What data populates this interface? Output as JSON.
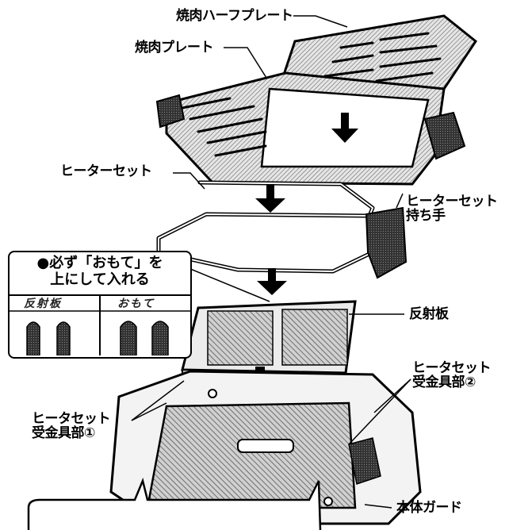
{
  "labels": {
    "half_plate": "焼肉ハーフプレート",
    "plate": "焼肉プレート",
    "heater_set": "ヒーターセット",
    "heater_handle": "ヒーターセット\n持ち手",
    "reflector": "反射板",
    "bracket_2": "ヒータセット\n受金具部②",
    "bracket_1": "ヒータセット\n受金具部①",
    "body_guard": "本体ガード"
  },
  "note": {
    "text": "●必ず「おもて」を\n上にして入れる",
    "left_tab": "反射板",
    "right_tab": "おもて"
  },
  "colors": {
    "outline": "#000000",
    "hatch": "#555555",
    "plate_fill": "#d9d9d9",
    "white": "#ffffff"
  }
}
